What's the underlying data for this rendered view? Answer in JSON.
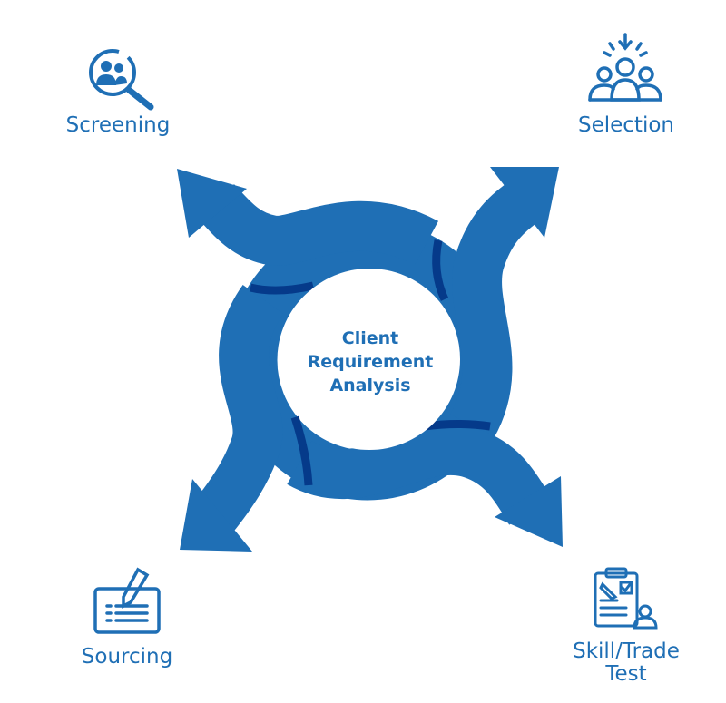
{
  "center": {
    "line1": "Client",
    "line2": "Requirement",
    "line3": "Analysis"
  },
  "steps": [
    {
      "label": "Screening",
      "icon": "people-search-icon"
    },
    {
      "label": "Selection",
      "icon": "group-selection-icon"
    },
    {
      "label": "Sourcing",
      "icon": "card-pen-icon"
    },
    {
      "label_line1": "Skill/Trade",
      "label_line2": "Test",
      "icon": "clipboard-test-icon"
    }
  ],
  "colors": {
    "primary": "#1f6fb5",
    "dark": "#053a8a",
    "background": "#ffffff"
  }
}
